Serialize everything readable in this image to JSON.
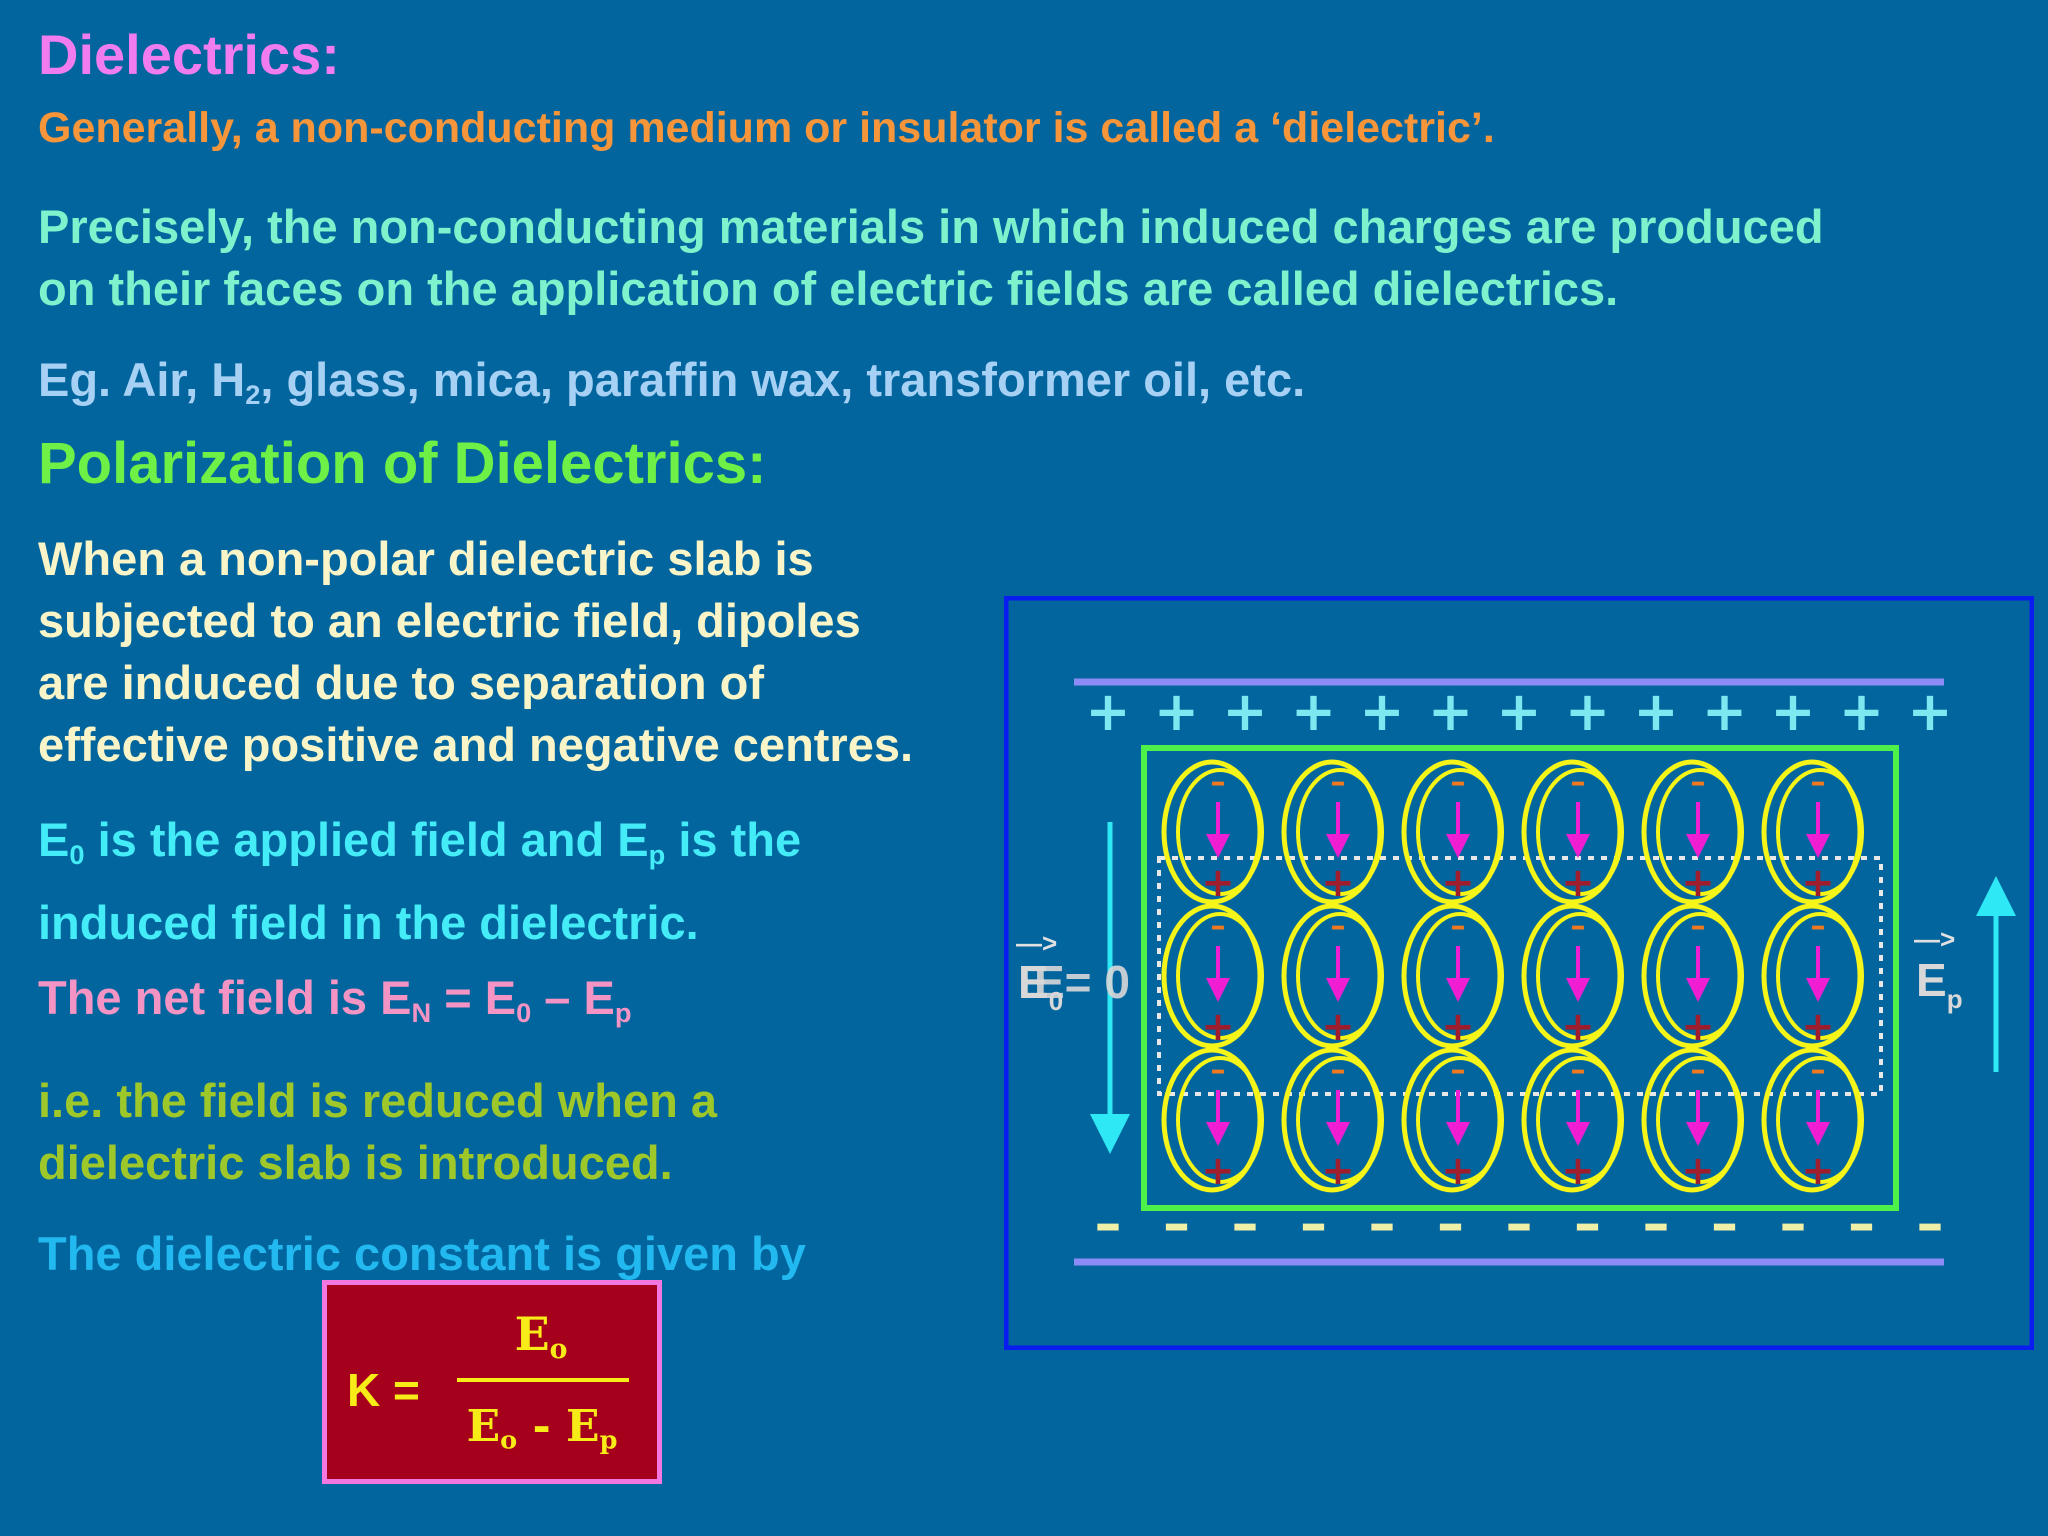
{
  "slide": {
    "title": "Dielectrics:",
    "definition_general": "Generally, a non-conducting medium or insulator is called a ‘dielectric’.",
    "definition_precise_line1": "Precisely, the non-conducting materials in which induced charges are produced",
    "definition_precise_line2": "on their faces on the application of electric fields are called dielectrics.",
    "examples_prefix": "Eg. Air, H",
    "examples_sub": "2",
    "examples_suffix": ", glass, mica, paraffin wax, transformer oil, etc.",
    "subtitle": "Polarization of Dielectrics:",
    "polarization_lines": [
      "When a non-polar dielectric slab is",
      "subjected to an electric field, dipoles",
      "are induced due to separation of",
      "effective positive and negative centres."
    ],
    "fields_e": "E",
    "fields_e0_sub": "0",
    "fields_mid": " is the applied field and E",
    "fields_ep_sub": "p",
    "fields_end": " is the",
    "fields_line2": "induced field in the dielectric.",
    "net_prefix": "The net field is E",
    "net_n_sub": "N",
    "net_eq": " = E",
    "net_zero_sub": "0",
    "net_minus": " – E",
    "net_p_sub": "p",
    "reduced_line1": "i.e. the field is reduced when a",
    "reduced_line2": "dielectric slab is introduced.",
    "constant_intro": "The dielectric constant is given by"
  },
  "formula": {
    "lhs": "K =",
    "numerator_e": "E",
    "numerator_sub": "o",
    "denominator_e1": "E",
    "denominator_sub1": "o",
    "denominator_minus": " - E",
    "denominator_sub2": "p"
  },
  "diagram": {
    "plus_sign": "+",
    "minus_sign": "–",
    "dipole_top_sign": "–",
    "dipole_bottom_sign": "+",
    "e0_letter": "E",
    "e0_sub": "0",
    "e0_overlap_text": "E= 0",
    "ep_letter": "E",
    "ep_sub": "p",
    "vector_mark": "—>",
    "dipole_rows": 3,
    "dipole_cols": 6,
    "plate_charges": 13,
    "colors": {
      "background": "#03659d",
      "frame": "#0a1cf0",
      "plate": "#8c8cf8",
      "plate_sign": "#7de8f0",
      "negative_sign": "#f0f0a8",
      "slab": "#4ef04a",
      "ellipse": "#f5f51a",
      "dipole_arrow": "#f01ed2",
      "dipole_minus": "#f27a1e",
      "dipole_plus": "#9e1e2e",
      "field_arrow": "#2fe8f5"
    }
  }
}
